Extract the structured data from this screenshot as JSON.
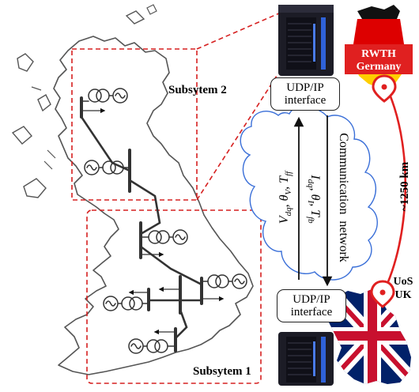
{
  "subsystems": {
    "upper_label": "Subsytem 2",
    "lower_label": "Subsytem 1"
  },
  "interface_boxes": {
    "top": {
      "line1": "UDP/IP",
      "line2": "interface"
    },
    "bottom": {
      "line1": "UDP/IP",
      "line2": "interface"
    }
  },
  "signals": {
    "up_arrow_label": "V_dq, θ_V, T_ff",
    "down_arrow_label": "I_dq, θ_I, T_fb",
    "channel_label": "Communication  network"
  },
  "locations": {
    "remote_line1": "RWTH",
    "remote_line2": "Germany",
    "local_line1": "UoS",
    "local_line2": "UK",
    "distance": "~1250 km"
  },
  "colors": {
    "dashed_box": "#d62020",
    "cloud_outline": "#3a6fd8",
    "distance_line": "#e02020",
    "germany_black": "#111111",
    "germany_red": "#dd0000",
    "germany_gold": "#ffce00",
    "uk_blue": "#012169",
    "uk_red": "#c8102e"
  }
}
